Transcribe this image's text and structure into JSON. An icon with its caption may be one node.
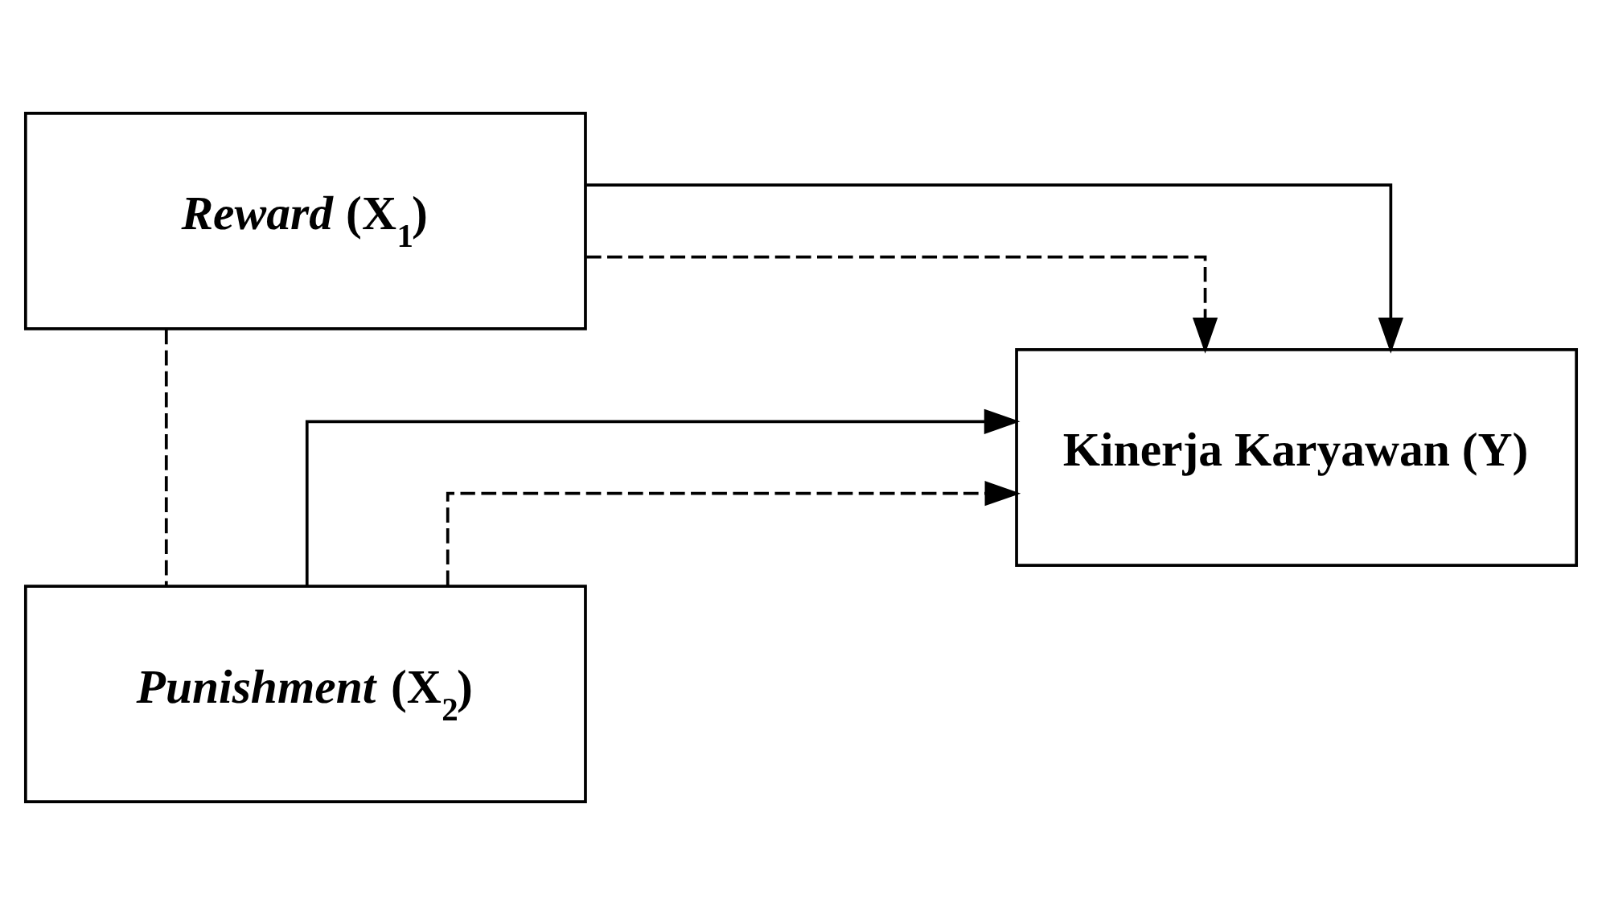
{
  "diagram": {
    "nodes": [
      {
        "text": [
          "*Reward* (X$_{1}$)"
        ]
      },
      {
        "text": [
          "*Punishment* (X$_{2}$)"
        ]
      },
      {
        "text": [
          "Kinerja Karyawan (Y)"
        ]
      }
    ],
    "edges": [
      {
        "from": 0,
        "to": 2,
        "arrow": "to",
        "style": "dashed"
      },
      {
        "from": 0,
        "to": 2,
        "arrow": "to"
      },
      {
        "from": 1,
        "to": 2,
        "arrow": "to"
      },
      {
        "from": 0,
        "to": 1,
        "arrow": "none",
        "style": "dashed"
      },
      {
        "from": 1,
        "to": 2,
        "arrow": "to",
        "style": "dashed"
      }
    ]
  }
}
